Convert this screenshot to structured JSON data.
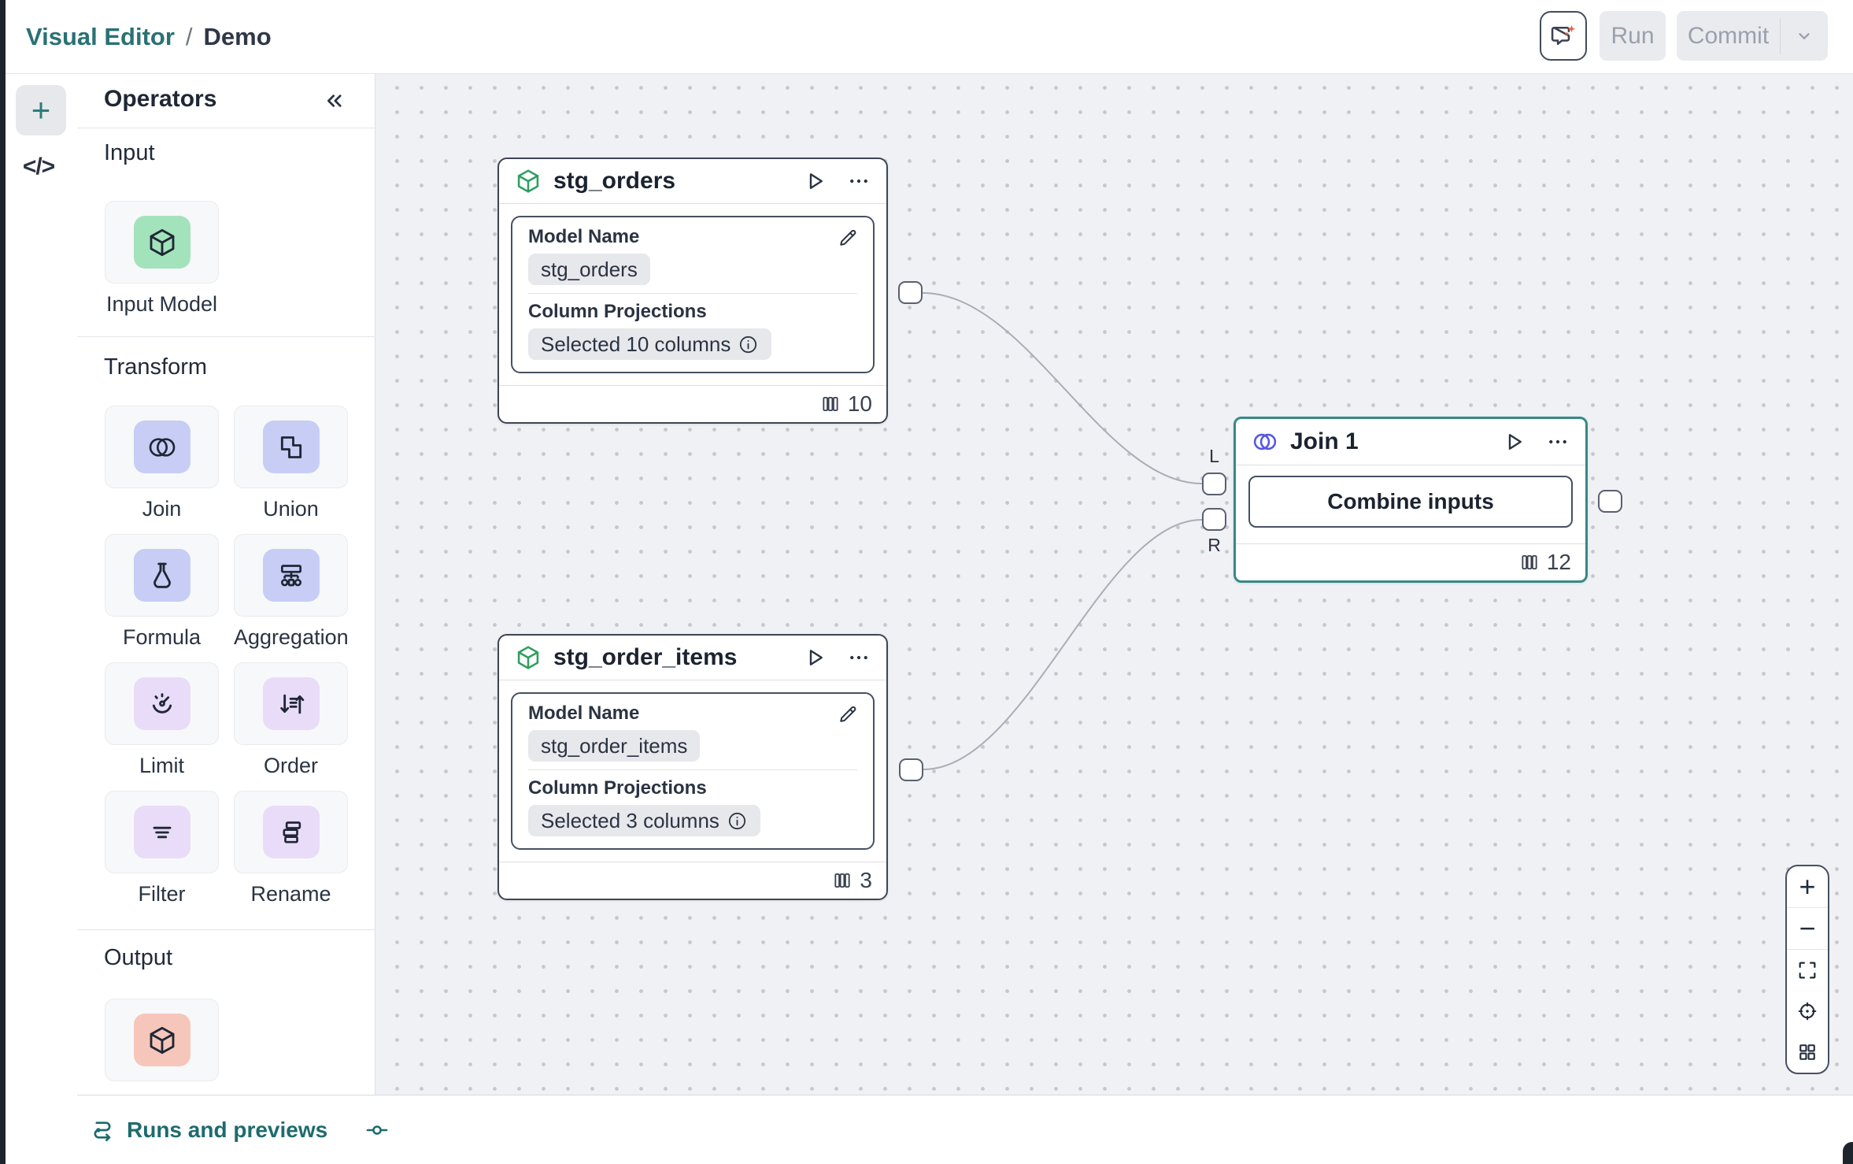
{
  "header": {
    "breadcrumb": {
      "app": "Visual Editor",
      "separator": "/",
      "page": "Demo"
    },
    "ai_button_icon": "chat-sparkle-icon",
    "run_label": "Run",
    "commit_label": "Commit"
  },
  "left_rail": {
    "add_label": "+",
    "code_label": "</>"
  },
  "operators_panel": {
    "title": "Operators",
    "input_section_label": "Input",
    "transform_section_label": "Transform",
    "output_section_label": "Output",
    "operators": [
      {
        "label": "Input Model",
        "icon": "cube-icon",
        "tile_color": "#a3e3bb"
      },
      {
        "label": "Join",
        "icon": "join-circles-icon",
        "tile_color": "#c7cdf4"
      },
      {
        "label": "Union",
        "icon": "union-squares-icon",
        "tile_color": "#c7cdf4"
      },
      {
        "label": "Formula",
        "icon": "flask-icon",
        "tile_color": "#c7cdf4"
      },
      {
        "label": "Aggregation",
        "icon": "sitemap-icon",
        "tile_color": "#c7cdf4"
      },
      {
        "label": "Limit",
        "icon": "gauge-icon",
        "tile_color": "#e9dcf8"
      },
      {
        "label": "Order",
        "icon": "sort-arrows-icon",
        "tile_color": "#e9dcf8"
      },
      {
        "label": "Filter",
        "icon": "filter-lines-icon",
        "tile_color": "#e9dcf8"
      },
      {
        "label": "Rename",
        "icon": "stack-icon",
        "tile_color": "#e9dcf8"
      },
      {
        "label": "",
        "icon": "cube-icon",
        "tile_color": "#f6c6ba"
      }
    ]
  },
  "canvas": {
    "nodes": [
      {
        "title": "stg_orders",
        "header_icon": "cube-icon",
        "model_name_label": "Model Name",
        "model_name_value": "stg_orders",
        "column_projections_label": "Column Projections",
        "column_projections_value": "Selected 10 columns",
        "column_count": "10"
      },
      {
        "title": "stg_order_items",
        "header_icon": "cube-icon",
        "model_name_label": "Model Name",
        "model_name_value": "stg_order_items",
        "column_projections_label": "Column Projections",
        "column_projections_value": "Selected 3 columns",
        "column_count": "3"
      },
      {
        "title": "Join 1",
        "header_icon": "join-circles-icon",
        "body_button_label": "Combine inputs",
        "column_count": "12",
        "left_port_label": "L",
        "right_port_label": "R",
        "selected": true
      }
    ]
  },
  "bottom_bar": {
    "label": "Runs and previews",
    "icon": "runs-icon"
  },
  "zoom_controls": {
    "zoom_in_label": "+",
    "zoom_out_label": "−"
  },
  "accent_colors": {
    "teal_text": "#2a7174",
    "selected_node_border": "#368a85",
    "join_icon_indigo": "#5558e0",
    "sparkle_orange": "#e8643c",
    "input_tile_green": "#a3e3bb",
    "transform_tile_lavender": "#c7cdf4",
    "transform_tile_violet": "#e9dcf8",
    "output_tile_salmon": "#f6c6ba",
    "disabled_button_bg": "#e9ebee",
    "disabled_button_text": "#9aa1ad",
    "canvas_background": "#f0f1f4"
  }
}
